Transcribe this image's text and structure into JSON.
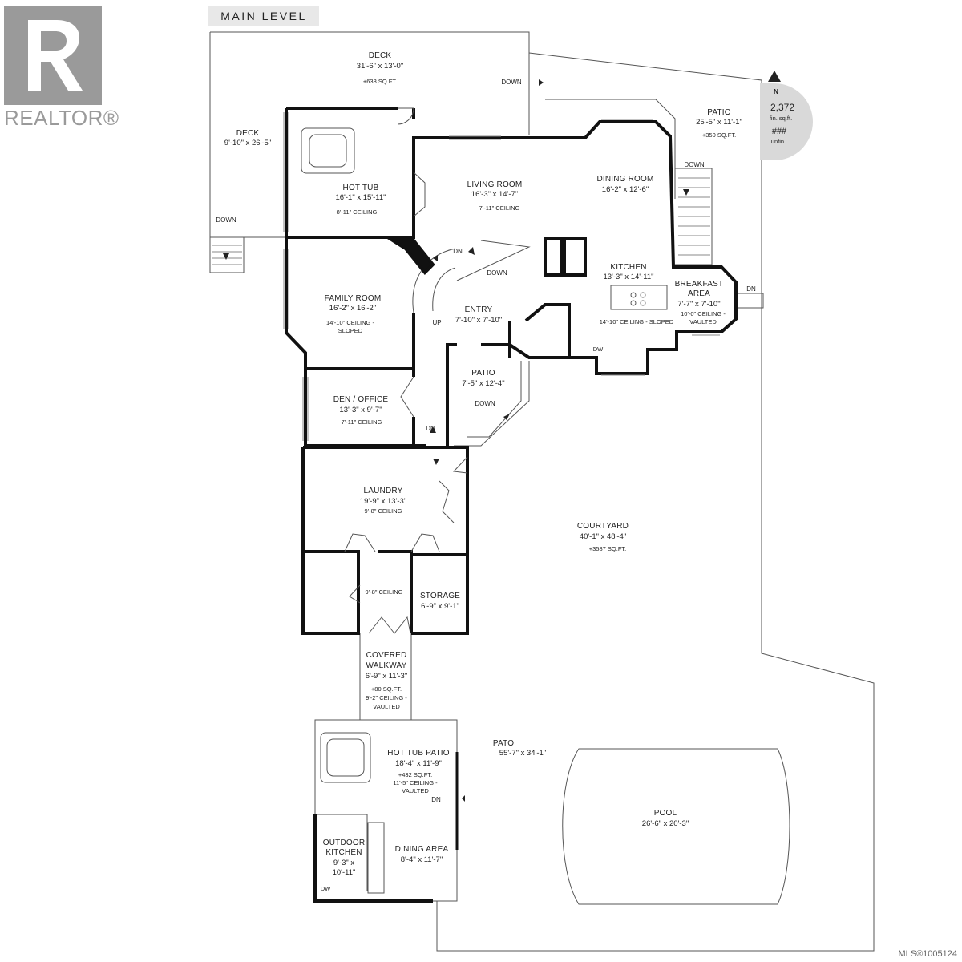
{
  "title": "MAIN LEVEL",
  "branding": {
    "logo_letter": "R",
    "logo_word": "REALTOR®",
    "mls": "MLS®1005124"
  },
  "compass": {
    "north": "N",
    "fin_value": "2,372",
    "fin_label": "fin. sq.ft.",
    "unfin_value": "###",
    "unfin_label": "unfin."
  },
  "rooms": {
    "deck_top": {
      "name": "DECK",
      "dims": "31'-6\" x 13'-0\"",
      "sqft": "+638 SQ.FT."
    },
    "deck_left": {
      "name": "DECK",
      "dims": "9'-10\" x 26'-5\""
    },
    "patio_ne": {
      "name": "PATIO",
      "dims": "25'-5\" x 11'-1\"",
      "sqft": "+350 SQ.FT."
    },
    "hot_tub": {
      "name": "HOT TUB",
      "dims": "16'-1\" x 15'-11\"",
      "ceiling": "8'-11\" CEILING"
    },
    "living_room": {
      "name": "LIVING ROOM",
      "dims": "16'-3\" x 14'-7\"",
      "ceiling": "7'-11\" CEILING"
    },
    "dining_room": {
      "name": "DINING ROOM",
      "dims": "16'-2\" x 12'-6\""
    },
    "kitchen": {
      "name": "KITCHEN",
      "dims": "13'-3\" x 14'-11\"",
      "ceiling": "14'-10\" CEILING - SLOPED"
    },
    "breakfast": {
      "name": "BREAKFAST",
      "name2": "AREA",
      "dims": "7'-7\" x 7'-10\"",
      "ceiling": "10'-0\" CEILING -",
      "ceiling2": "VAULTED"
    },
    "family_room": {
      "name": "FAMILY ROOM",
      "dims": "16'-2\" x 16'-2\"",
      "ceiling": "14'-10\" CEILING -",
      "ceiling2": "SLOPED"
    },
    "entry": {
      "name": "ENTRY",
      "dims": "7'-10\" x 7'-10\""
    },
    "patio_mid": {
      "name": "PATIO",
      "dims": "7'-5\" x 12'-4\""
    },
    "den": {
      "name": "DEN / OFFICE",
      "dims": "13'-3\" x 9'-7\"",
      "ceiling": "7'-11\" CEILING"
    },
    "laundry": {
      "name": "LAUNDRY",
      "dims": "19'-9\" x 13'-3\"",
      "ceiling": "9'-8\" CEILING"
    },
    "hall": {
      "ceiling": "9'-8\" CEILING"
    },
    "storage": {
      "name": "STORAGE",
      "dims": "6'-9\" x 9'-1\""
    },
    "courtyard": {
      "name": "COURTYARD",
      "dims": "40'-1\" x 48'-4\"",
      "sqft": "+3587 SQ.FT."
    },
    "walkway": {
      "name": "COVERED",
      "name2": "WALKWAY",
      "dims": "6'-9\" x 11'-3\"",
      "sqft": "+80 SQ.FT.",
      "ceiling": "9'-2\" CEILING -",
      "ceiling2": "VAULTED"
    },
    "hot_tub_patio": {
      "name": "HOT TUB  PATIO",
      "dims": "18'-4\" x 11'-9\"",
      "sqft": "+432 SQ.FT.",
      "ceiling": "11'-5\" CEILING -",
      "ceiling2": "VAULTED"
    },
    "pato": {
      "name": "PATO",
      "dims": "55'-7\" x 34'-1\""
    },
    "pool": {
      "name": "POOL",
      "dims": "26'-6\" x 20'-3\""
    },
    "outdoor_kitchen": {
      "name": "OUTDOOR",
      "name2": "KITCHEN",
      "dims": "9'-3\" x",
      "dims2": "10'-11\""
    },
    "dining_area": {
      "name": "DINING AREA",
      "dims": "8'-4\" x 11'-7\""
    }
  },
  "labels": {
    "down": "DOWN",
    "dn": "DN",
    "up": "UP",
    "dw": "DW"
  },
  "colors": {
    "wall": "#111111",
    "thin": "#555555",
    "compass_bg": "#d9d9d9",
    "logo": "#9a9a9a"
  }
}
